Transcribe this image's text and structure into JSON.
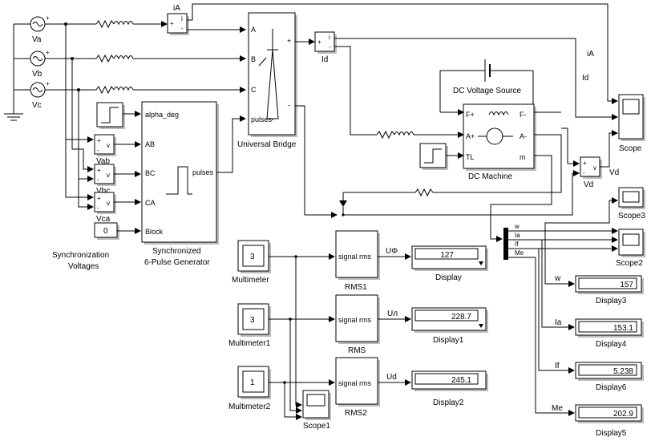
{
  "sources": {
    "va": "Va",
    "vb": "Vb",
    "vc": "Vc"
  },
  "bridge": {
    "title": "Universal Bridge",
    "ports": {
      "a": "A",
      "b": "B",
      "c": "C",
      "pulses": "pulses",
      "plus": "+",
      "minus": "-"
    }
  },
  "generator": {
    "title_line1": "Synchronized",
    "title_line2": "6-Pulse Generator",
    "ports": {
      "alpha": "alpha_deg",
      "ab": "AB",
      "bc": "BC",
      "ca": "CA",
      "block": "Block",
      "pulses": "pulses"
    }
  },
  "sync_label": {
    "line1": "Synchronization",
    "line2": "Voltages"
  },
  "voltmeters": {
    "vab": "Vab",
    "vbc": "Vbc",
    "vca": "Vca",
    "vd": "Vd",
    "v": "v",
    "plus": "+",
    "minus": "-"
  },
  "constant_block": {
    "value": "0"
  },
  "current_meters": {
    "ia": "iA",
    "id": "Id",
    "i": "i",
    "plus": "+",
    "minus": "-"
  },
  "dc_source": {
    "label": "DC Voltage Source"
  },
  "machine": {
    "title": "DC Machine",
    "ports": {
      "fplus": "F+",
      "fminus": "F-",
      "aplus": "A+",
      "aminus": "A-",
      "tl": "TL",
      "m": "m"
    }
  },
  "scopes": {
    "scope": "Scope",
    "scope1": "Scope1",
    "scope2": "Scope2",
    "scope3": "Scope3"
  },
  "signal_labels": {
    "ia_line": "iA",
    "id_line": "Id",
    "vd_line": "Vd",
    "bus_w": "w",
    "bus_ia": "Ia",
    "bus_if": "If",
    "bus_me": "Me",
    "u_phase": "UΦ",
    "u_line": "Uл",
    "ud": "Ud"
  },
  "multimeters": {
    "m0": {
      "label": "Multimeter",
      "value": "3"
    },
    "m1": {
      "label": "Multimeter1",
      "value": "3"
    },
    "m2": {
      "label": "Multimeter2",
      "value": "1"
    }
  },
  "rms_blocks": {
    "rms1": {
      "label": "RMS1",
      "text": "signal rms"
    },
    "rms": {
      "label": "RMS",
      "text": "signal rms"
    },
    "rms2": {
      "label": "RMS2",
      "text": "signal rms"
    }
  },
  "displays": {
    "display": {
      "label": "Display",
      "value": "127"
    },
    "display1": {
      "label": "Display1",
      "value": "228.7"
    },
    "display2": {
      "label": "Display2",
      "value": "245.1"
    },
    "display3": {
      "label": "Display3",
      "value": "157",
      "signal": "w"
    },
    "display4": {
      "label": "Display4",
      "value": "153.1",
      "signal": "Ia"
    },
    "display6": {
      "label": "Display6",
      "value": "5.238",
      "signal": "If"
    },
    "display5": {
      "label": "Display5",
      "value": "202.9",
      "signal": "Me"
    }
  }
}
